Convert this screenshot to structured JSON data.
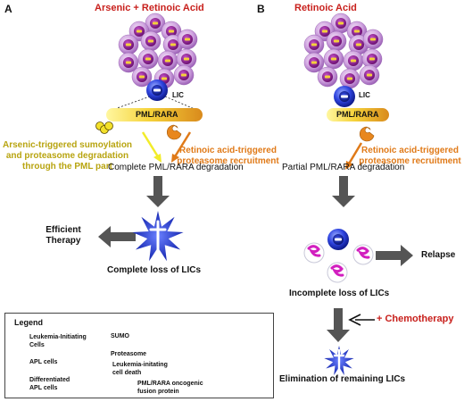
{
  "panel_a": {
    "letter": "A",
    "title": "Arsenic + Retinoic Acid",
    "lic_label": "LIC",
    "fusion_label": "PML/RARA",
    "arsenic_text": [
      "Arsenic-triggered sumoylation",
      "and proteasome degradation",
      "through the PML part"
    ],
    "ra_text": [
      "Retinoic acid-triggered",
      "proteasome recruitment"
    ],
    "degradation": "Complete PML/RARA degradation",
    "outcome": [
      "Efficient",
      "Therapy"
    ],
    "loss": "Complete loss of LICs"
  },
  "panel_b": {
    "letter": "B",
    "title": "Retinoic Acid",
    "lic_label": "LIC",
    "fusion_label": "PML/RARA",
    "ra_text": [
      "Retinoic acid-triggered",
      "proteasome recruitment"
    ],
    "degradation": "Partial PML/RARA degradation",
    "outcome": "Relapse",
    "loss": "Incomplete loss of LICs",
    "chemo": "+ Chemotherapy",
    "final": "Elimination of remaining LICs"
  },
  "legend": {
    "title": "Legend",
    "items": {
      "lic": [
        "Leukemia-Initiating",
        "Cells"
      ],
      "apl": "APL cells",
      "diff": [
        "Differentiated",
        "APL cells"
      ],
      "sumo": "SUMO",
      "proteasome": "Proteasome",
      "death": [
        "Leukemia-initating",
        "cell death"
      ],
      "fusion": [
        "PML/RARA oncogenic",
        "fusion protein"
      ]
    }
  },
  "colors": {
    "title_red": "#c8201c",
    "orange": "#e07a18",
    "olive": "#b8a410",
    "apl_outer": "#c89ad8",
    "apl_inner": "#8a1e8c",
    "lic_blue": "#1f2fd6",
    "arrow_gray": "#555555"
  }
}
